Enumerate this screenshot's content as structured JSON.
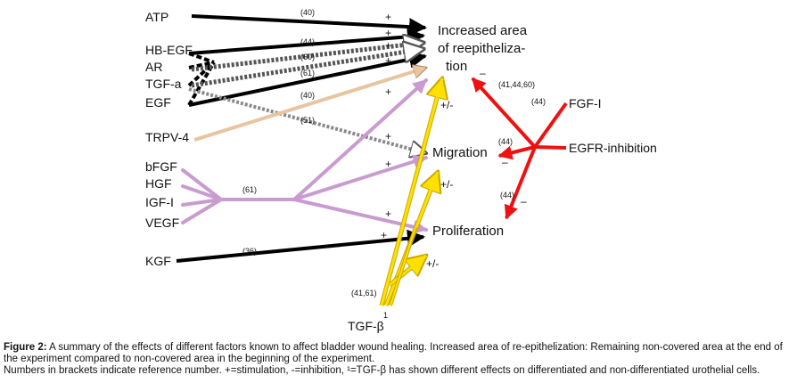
{
  "factors": {
    "atp": "ATP",
    "hbegf": "HB-EGF",
    "ar": "AR",
    "tgfa": "TGF-a",
    "egf": "EGF",
    "trpv4": "TRPV-4",
    "bfgf": "bFGF",
    "hgf": "HGF",
    "igf": "IGF-I",
    "vegf": "VEGF",
    "kgf": "KGF",
    "fgf": "FGF-I",
    "egfr": "EGFR-inhibition",
    "tgfb": "TGF-β",
    "tgfb_sup": "1"
  },
  "outcomes": {
    "increased_line1": "Increased area",
    "increased_line2": "of reepitheliza-",
    "increased_line3": "tion",
    "migration": "Migration",
    "proliferation": "Proliferation"
  },
  "refs": {
    "atp": "(40)",
    "hbegf": "(44)",
    "ar": "(60)",
    "tgfa": "(61)",
    "egf": "(40)",
    "trpv4": "(51)",
    "purple": "(61)",
    "kgf": "(36)",
    "egfr_up": "(41,44,60)",
    "fgf": "(44)",
    "egfr_mid": "(44)",
    "egfr_down": "(44)",
    "tgfb": "(41,61)"
  },
  "signs": {
    "plus": "+",
    "minus": "–",
    "plusminus": "+/-"
  },
  "colors": {
    "black": "#000000",
    "tan": "#e8c4a0",
    "purple": "#c99bd0",
    "red": "#ee1111",
    "yellow": "#ffe000",
    "yellow_outline": "#c8a800",
    "hatched": "#9a9a9a"
  },
  "caption": {
    "label": "Figure 2:",
    "text1": " A summary of the effects of different factors known to affect bladder wound healing. Increased area of re-epithelization: Remaining non-covered area at the end of the experiment compared to non-covered area in the beginning of the experiment.",
    "text2": "Numbers in brackets indicate reference number. +=stimulation, -=inhibition, ¹=TGF-β has shown different effects on differentiated and non-differentiated urothelial cells."
  }
}
